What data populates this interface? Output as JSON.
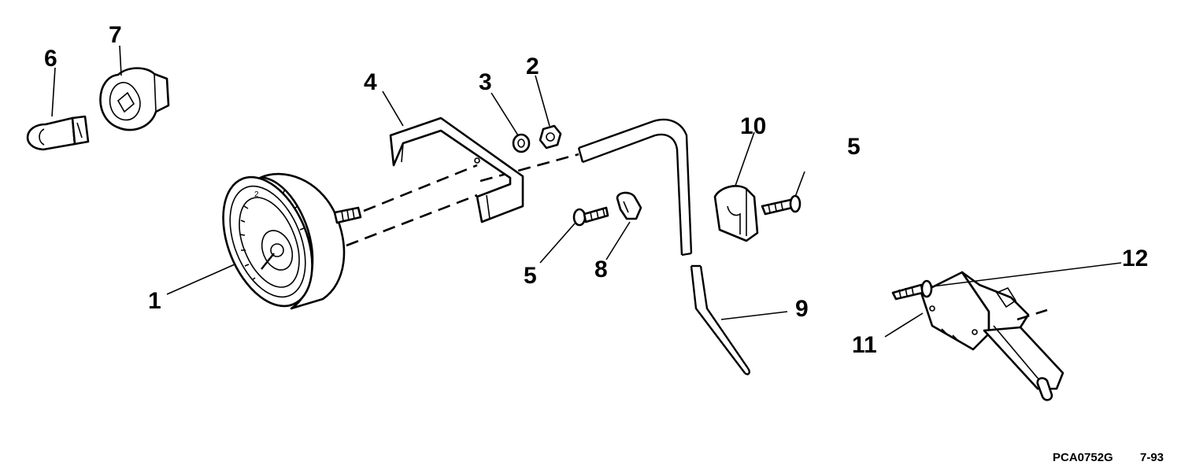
{
  "labels": {
    "l1": "1",
    "l2": "2",
    "l3": "3",
    "l4": "4",
    "l5a": "5",
    "l5b": "5",
    "l6": "6",
    "l7": "7",
    "l8": "8",
    "l9": "9",
    "l10": "10",
    "l11": "11",
    "l12": "12"
  },
  "footer": {
    "code": "PCA0752G",
    "date": "7-93"
  }
}
